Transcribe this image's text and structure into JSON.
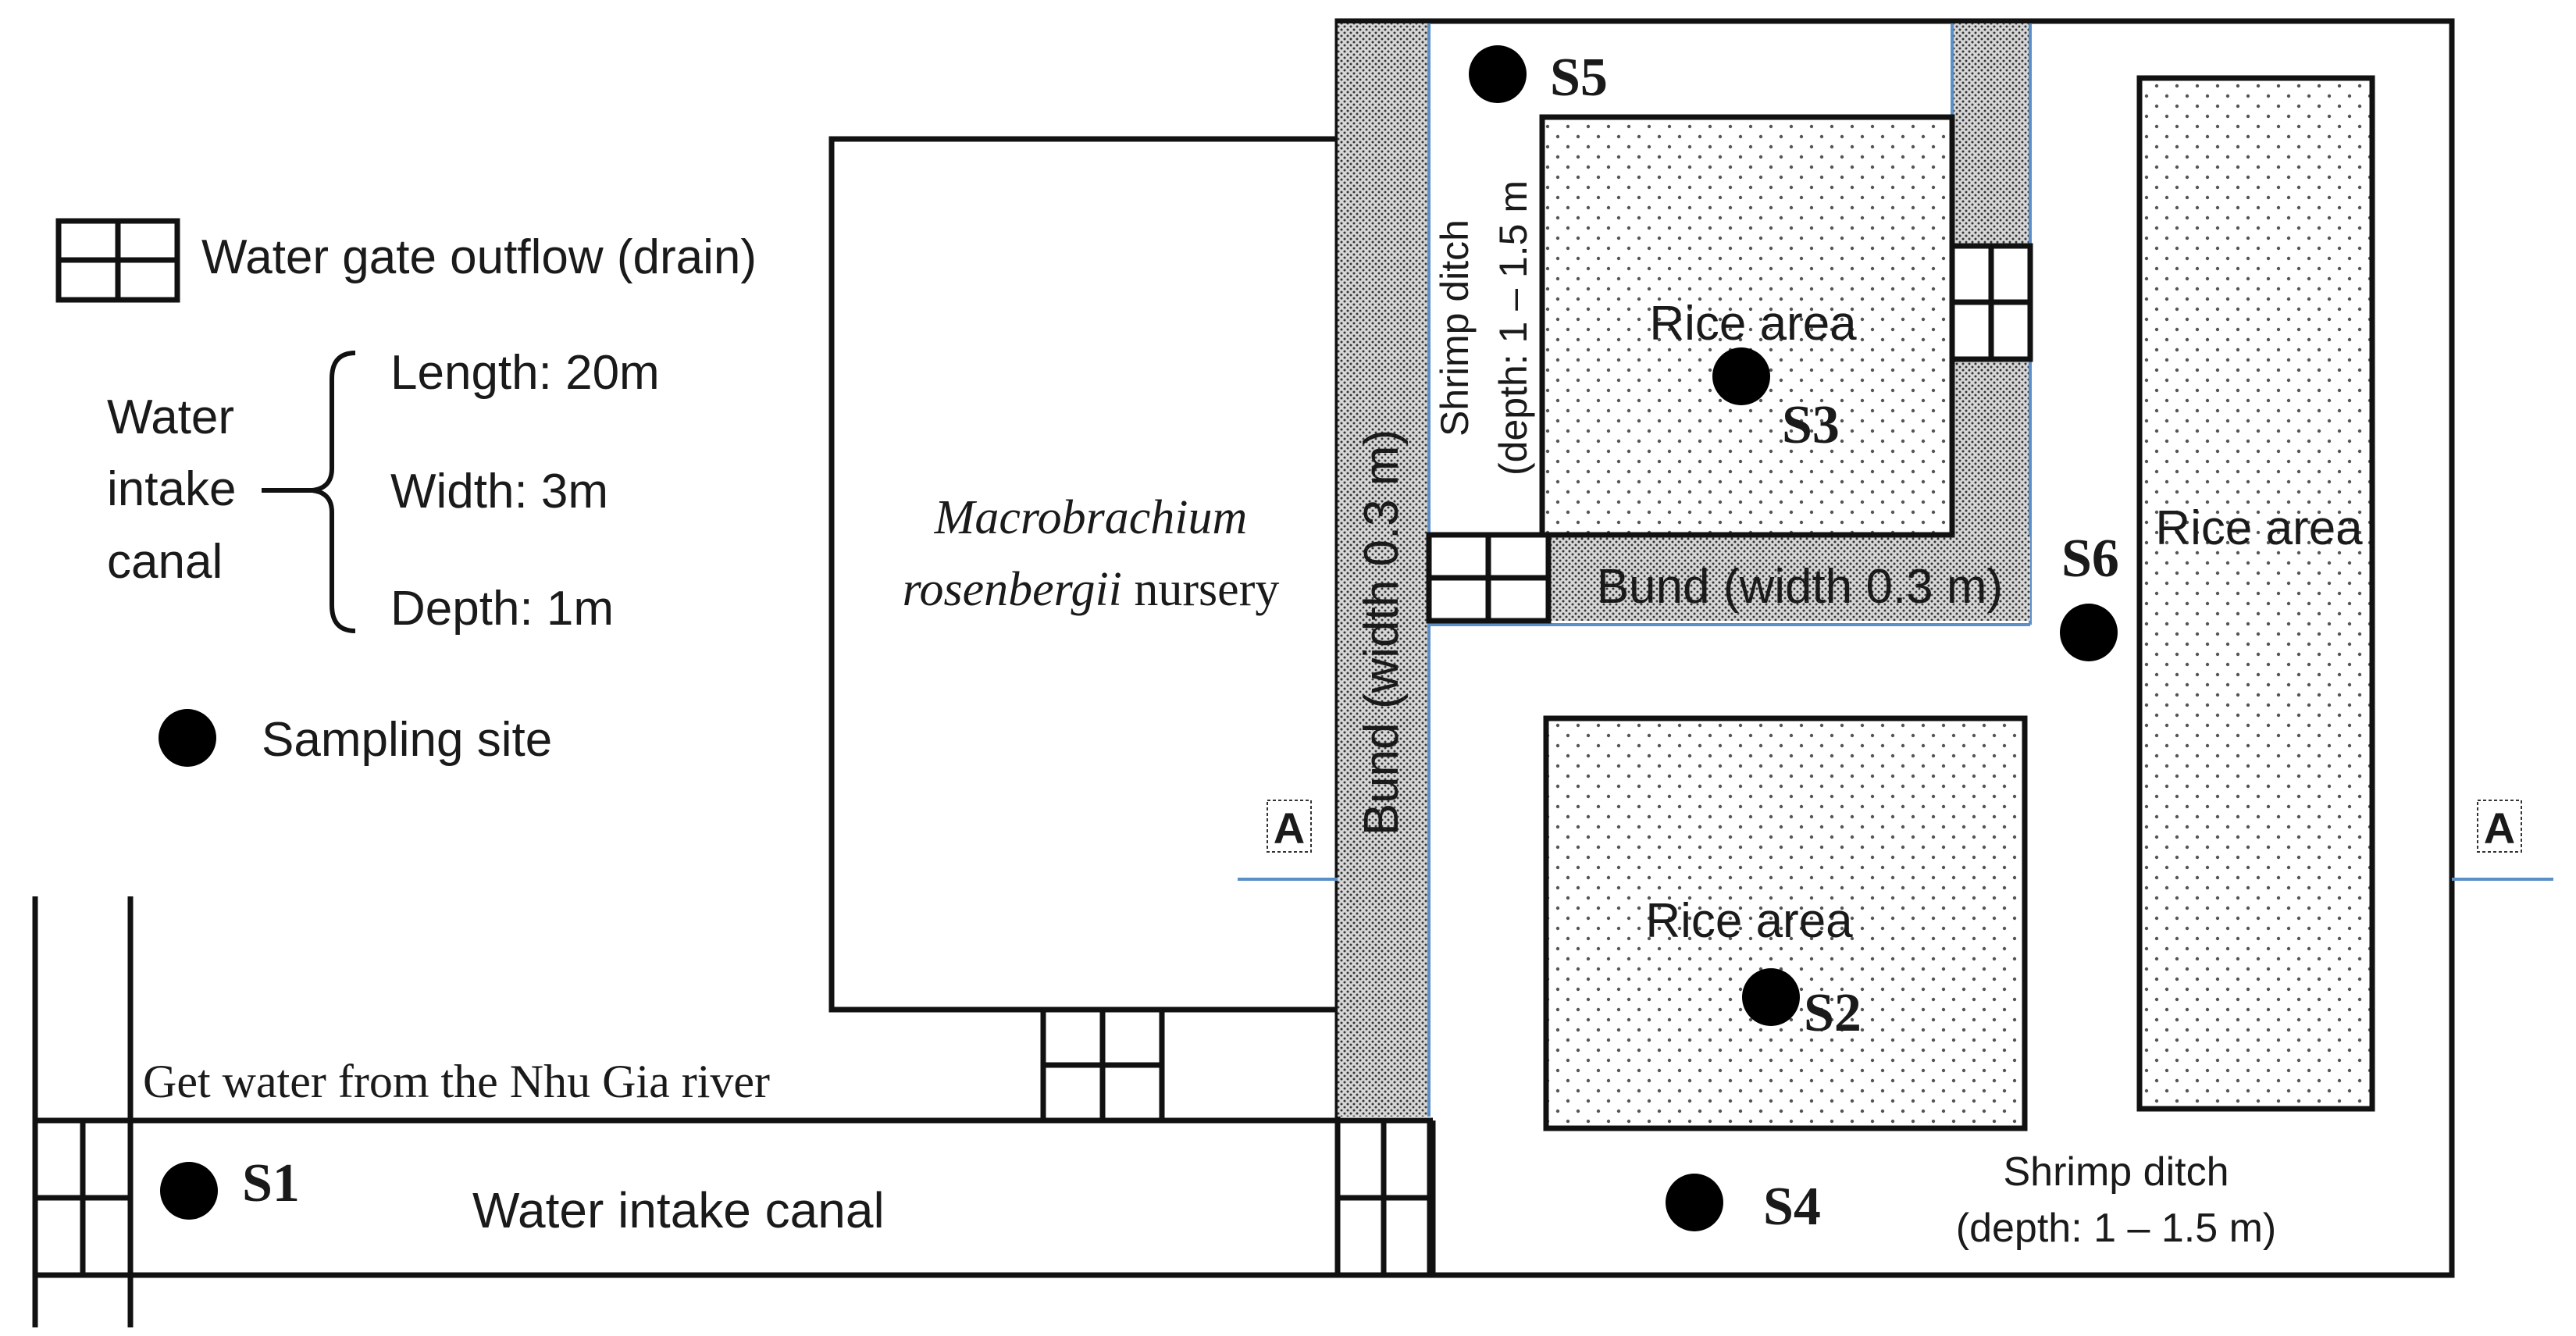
{
  "legend": {
    "water_gate_label": "Water gate outflow (drain)",
    "canal_label_lines": [
      "Water",
      "intake",
      "canal"
    ],
    "length": "Length: 20m",
    "width": "Width: 3m",
    "depth": "Depth: 1m",
    "sampling_site_label": "Sampling site"
  },
  "nursery": {
    "line1": "Macrobrachium",
    "line2_italic": "rosenbergii",
    "line2_rest": " nursery"
  },
  "source_label": "Get water from the Nhu Gia river",
  "intake_canal_label": "Water intake canal",
  "bund_vertical_label": "Bund (width  0.3 m)",
  "bund_horizontal_label": "Bund (width 0.3 m)",
  "shrimp_ditch_vertical": [
    "Shrimp ditch",
    "(depth: 1 – 1.5 m"
  ],
  "shrimp_ditch_bottom": [
    "Shrimp ditch",
    "(depth: 1 – 1.5 m)"
  ],
  "rice_area_label": "Rice area",
  "section_marker": "A",
  "sites": {
    "s1": "S1",
    "s2": "S2",
    "s3": "S3",
    "s4": "S4",
    "s5": "S5",
    "s6": "S6"
  }
}
